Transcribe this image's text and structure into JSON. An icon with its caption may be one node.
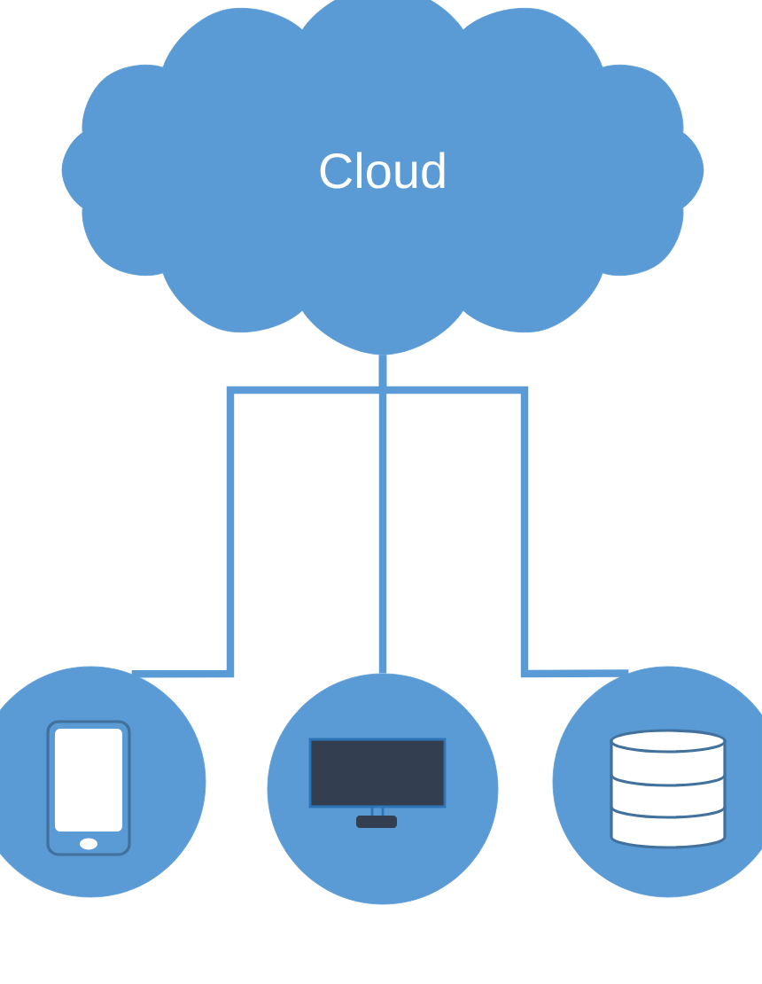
{
  "diagram": {
    "nodes": [
      {
        "text": [
          "Cloud"
        ]
      },
      {
        "text": [],
        "shape": "circle"
      },
      {
        "text": [],
        "shape": "circle"
      },
      {
        "text": [],
        "shape": "circle"
      }
    ],
    "edges": [
      {
        "from": 0,
        "to": 1,
        "arrow": "none"
      },
      {
        "from": 0,
        "to": 2,
        "arrow": "none"
      },
      {
        "from": 0,
        "to": 3,
        "arrow": "none"
      }
    ]
  }
}
